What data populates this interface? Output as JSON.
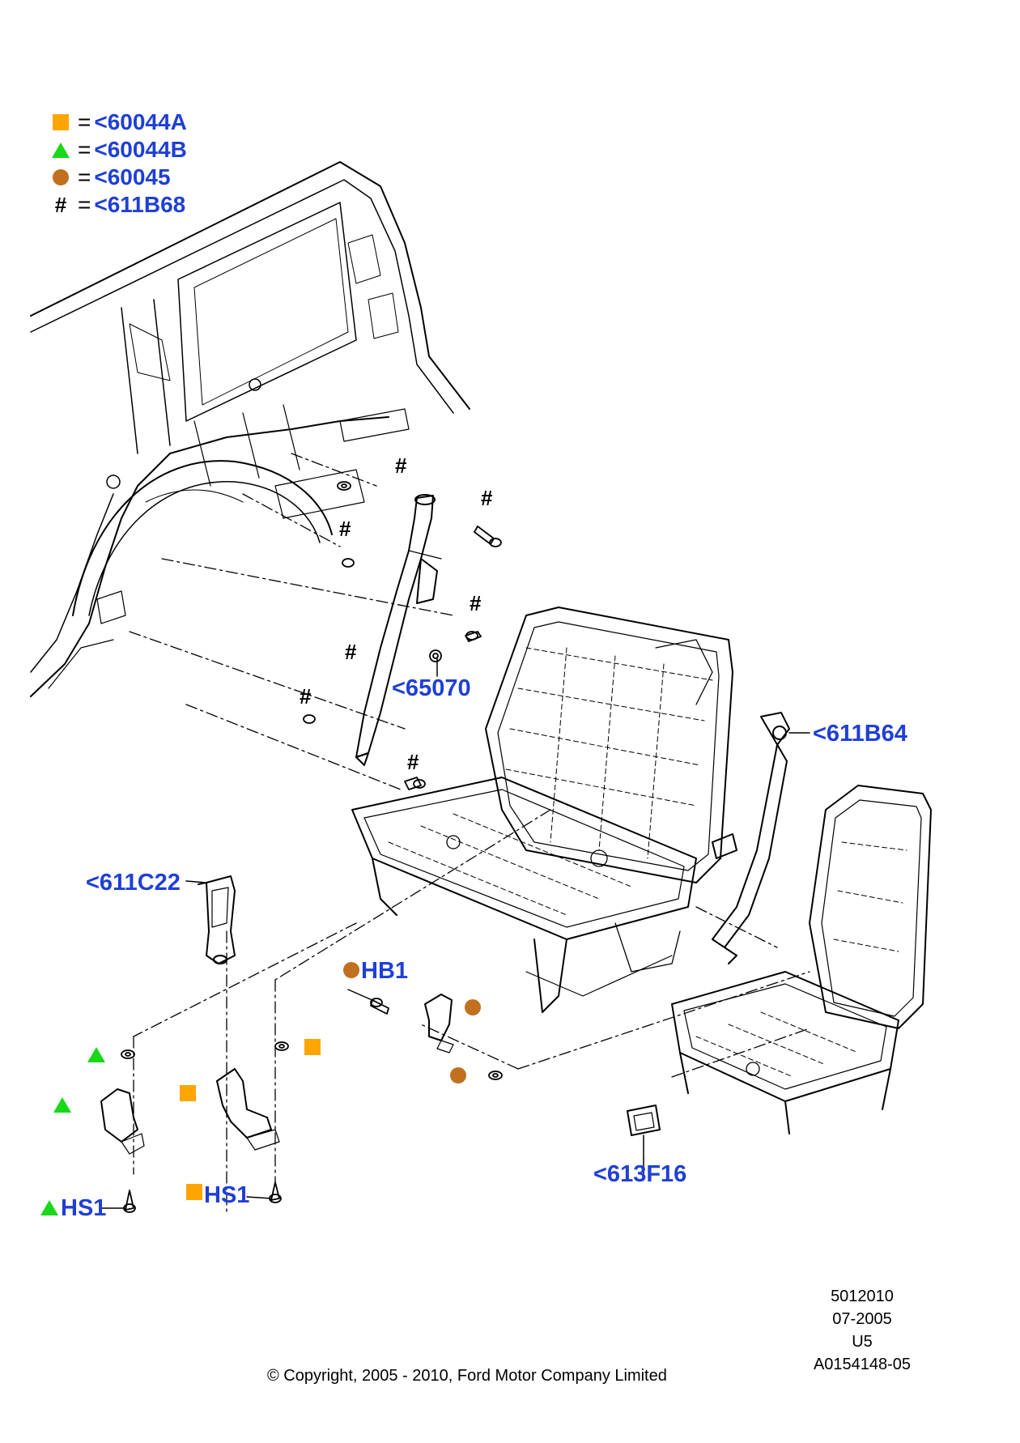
{
  "legend": [
    {
      "symbol": "square-orange",
      "eq": "=",
      "code": "<60044A"
    },
    {
      "symbol": "triangle-green",
      "eq": "=",
      "code": "<60044B"
    },
    {
      "symbol": "circle-brown",
      "eq": "=",
      "code": "<60045"
    },
    {
      "symbol": "hash",
      "eq": "=",
      "code": "<611B68",
      "glyph": "#"
    }
  ],
  "callouts": {
    "c65070": "<65070",
    "c611B64": "<611B64",
    "c611C22": "<611C22",
    "hb1": "HB1",
    "c613F16": "<613F16",
    "hs1_tri": "HS1",
    "hs1_sq": "HS1"
  },
  "hash_mark": "#",
  "info": {
    "line1": "5012010",
    "line2": "07-2005",
    "line3": "U5",
    "line4": "A0154148-05"
  },
  "copyright": "© Copyright, 2005 - 2010, Ford Motor Company Limited",
  "colors": {
    "label_blue": "#1f3fd6",
    "square_orange": "#ffa500",
    "triangle_green": "#18d818",
    "circle_brown": "#c0701e"
  }
}
